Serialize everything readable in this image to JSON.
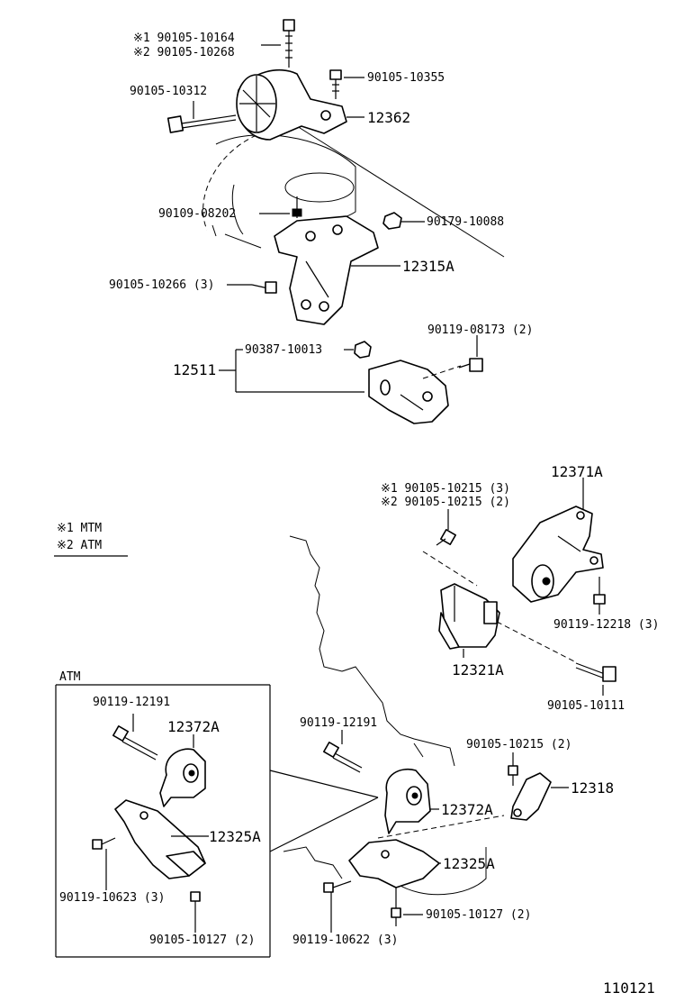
{
  "labels": {
    "top_bolt_mtm": "※1 90105-10164",
    "top_bolt_atm": "※2 90105-10268",
    "bolt_10355": "90105-10355",
    "bolt_10312": "90105-10312",
    "mount_12362": "12362",
    "stud_08202": "90109-08202",
    "nut_10088": "90179-10088",
    "bracket_12315a": "12315A",
    "bolt_10266": "90105-10266 (3)",
    "collar_10013": "90387-10013",
    "bolt_08173": "90119-08173 (2)",
    "insulator_12511": "12511",
    "bolt_10215_mtm": "※1 90105-10215 (3)",
    "bolt_10215_atm": "※2 90105-10215 (2)",
    "mount_12371a": "12371A",
    "bolt_12218": "90119-12218 (3)",
    "bracket_12321a": "12321A",
    "bolt_10111": "90105-10111",
    "bolt_12191_inset": "90119-12191",
    "mount_12372a_inset": "12372A",
    "bracket_12325a_inset": "12325A",
    "bolt_10623": "90119-10623 (3)",
    "bolt_10127_inset": "90105-10127 (2)",
    "bolt_12191_main": "90119-12191",
    "bolt_10215_main": "90105-10215 (2)",
    "stay_12318": "12318",
    "mount_12372a_main": "12372A",
    "bracket_12325a_main": "12325A",
    "bolt_10127_main": "90105-10127 (2)",
    "bolt_10622": "90119-10622 (3)",
    "footnote_1": "※1  MTM",
    "footnote_2": "※2  ATM",
    "inset_title": "ATM",
    "figure_number": "110121"
  }
}
